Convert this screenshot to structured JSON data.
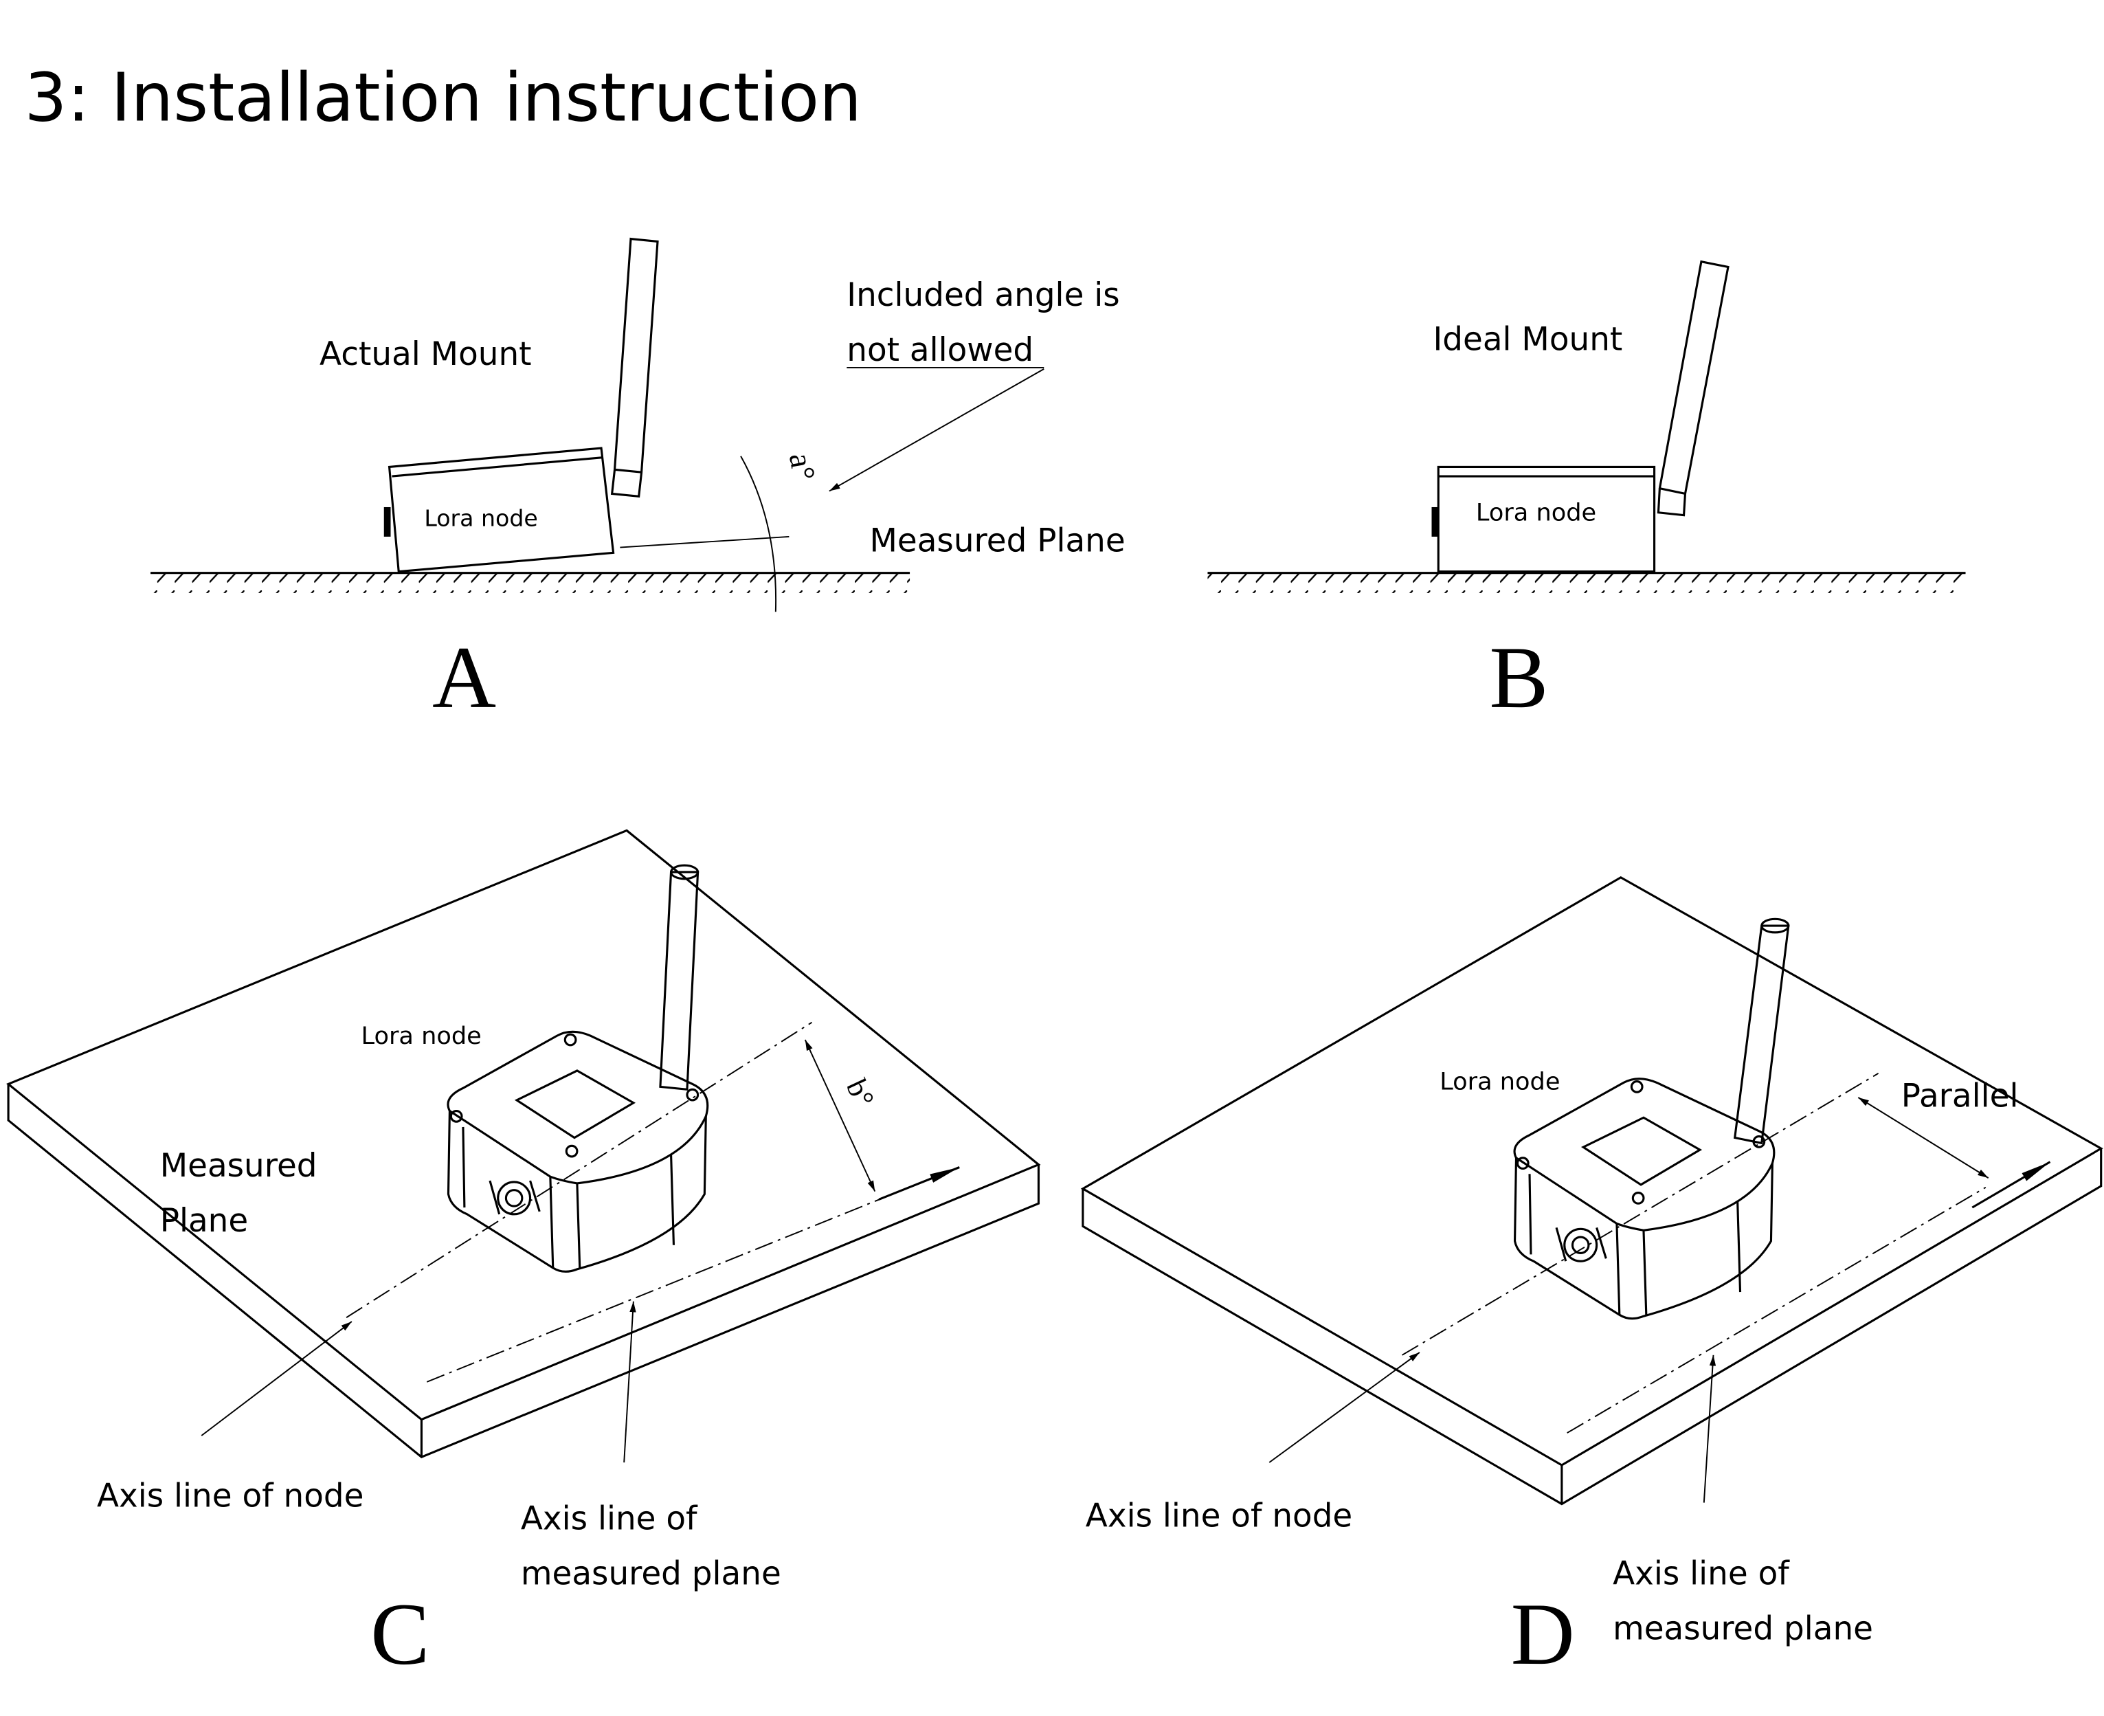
{
  "title": "3: Installation instruction",
  "panel_a": {
    "letter": "A",
    "heading": "Actual Mount",
    "node_label": "Lora node",
    "note_line1": "Included angle is",
    "note_line2": "not allowed",
    "angle_label": "a°",
    "plane_label": "Measured Plane"
  },
  "panel_b": {
    "letter": "B",
    "heading": "Ideal Mount",
    "node_label": "Lora node"
  },
  "panel_c": {
    "letter": "C",
    "node_label": "Lora node",
    "plane_line1": "Measured",
    "plane_line2": "Plane",
    "angle_label": "b°",
    "node_axis_label": "Axis line of node",
    "plane_axis_line1": "Axis line of",
    "plane_axis_line2": "measured plane"
  },
  "panel_d": {
    "letter": "D",
    "node_label": "Lora node",
    "parallel_label": "Parallel",
    "node_axis_label": "Axis line of node",
    "plane_axis_line1": "Axis line of",
    "plane_axis_line2": "measured plane"
  }
}
